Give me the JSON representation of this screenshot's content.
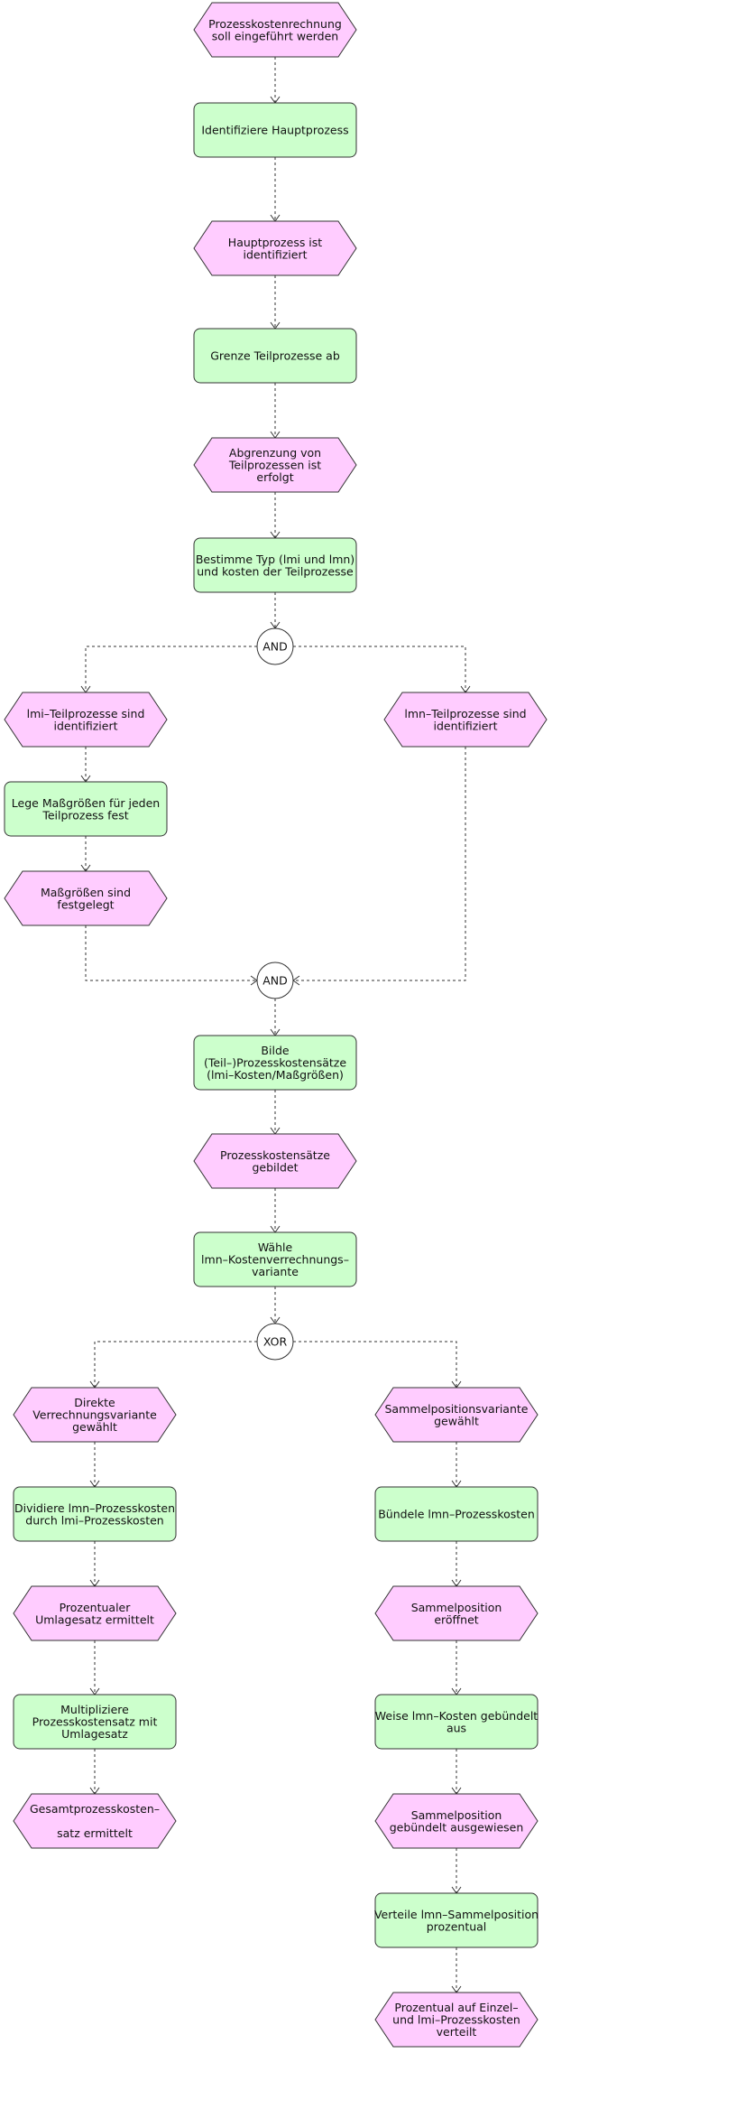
{
  "colors": {
    "event": "#ffccff",
    "function": "#ccffcc",
    "connector": "#ffffff",
    "stroke": "#333333"
  },
  "nodes": {
    "e1": {
      "kind": "event",
      "lines": [
        "Prozesskostenrechnung",
        "soll eingeführt werden"
      ]
    },
    "f1": {
      "kind": "function",
      "lines": [
        "Identifiziere Hauptprozess"
      ]
    },
    "e2": {
      "kind": "event",
      "lines": [
        "Hauptprozess ist",
        "identifiziert"
      ]
    },
    "f2": {
      "kind": "function",
      "lines": [
        "Grenze Teilprozesse ab"
      ]
    },
    "e3": {
      "kind": "event",
      "lines": [
        "Abgrenzung von",
        "Teilprozessen ist",
        "erfolgt"
      ]
    },
    "f3": {
      "kind": "function",
      "lines": [
        "Bestimme Typ (lmi und lmn)",
        "und kosten der Teilprozesse"
      ]
    },
    "g1": {
      "kind": "connector",
      "lines": [
        "AND"
      ]
    },
    "e4": {
      "kind": "event",
      "lines": [
        "lmi–Teilprozesse sind",
        "identifiziert"
      ]
    },
    "e5": {
      "kind": "event",
      "lines": [
        "lmn–Teilprozesse sind",
        "identifiziert"
      ]
    },
    "f4": {
      "kind": "function",
      "lines": [
        "Lege Maßgrößen für jeden",
        "Teilprozess fest"
      ]
    },
    "e6": {
      "kind": "event",
      "lines": [
        "Maßgrößen sind",
        "festgelegt"
      ]
    },
    "g2": {
      "kind": "connector",
      "lines": [
        "AND"
      ]
    },
    "f5": {
      "kind": "function",
      "lines": [
        "Bilde",
        "(Teil–)Prozesskostensätze",
        "(lmi–Kosten/Maßgrößen)"
      ]
    },
    "e7": {
      "kind": "event",
      "lines": [
        "Prozesskostensätze",
        "gebildet"
      ]
    },
    "f6": {
      "kind": "function",
      "lines": [
        "Wähle",
        "lmn–Kostenverrechnungs–",
        "variante"
      ]
    },
    "g3": {
      "kind": "connector",
      "lines": [
        "XOR"
      ]
    },
    "e8": {
      "kind": "event",
      "lines": [
        "Direkte",
        "Verrechnungsvariante",
        "gewählt"
      ]
    },
    "e9": {
      "kind": "event",
      "lines": [
        "Sammelpositionsvariante",
        "gewählt"
      ]
    },
    "f7": {
      "kind": "function",
      "lines": [
        "Dividiere lmn–Prozesskosten",
        "durch lmi–Prozesskosten"
      ]
    },
    "f8": {
      "kind": "function",
      "lines": [
        "Bündele lmn–Prozesskosten"
      ]
    },
    "e10": {
      "kind": "event",
      "lines": [
        "Prozentualer",
        "Umlagesatz ermittelt"
      ]
    },
    "e11": {
      "kind": "event",
      "lines": [
        "Sammelposition",
        "eröffnet"
      ]
    },
    "f9": {
      "kind": "function",
      "lines": [
        "Multipliziere",
        "Prozesskostensatz mit",
        "Umlagesatz"
      ]
    },
    "f10": {
      "kind": "function",
      "lines": [
        "Weise lmn–Kosten gebündelt",
        "aus"
      ]
    },
    "e12": {
      "kind": "event",
      "lines": [
        "Gesamtprozesskosten–",
        "",
        "satz ermittelt"
      ]
    },
    "e13": {
      "kind": "event",
      "lines": [
        "Sammelposition",
        "gebündelt ausgewiesen"
      ]
    },
    "f11": {
      "kind": "function",
      "lines": [
        "Verteile lmn–Sammelposition",
        "prozentual"
      ]
    },
    "e14": {
      "kind": "event",
      "lines": [
        "Prozentual auf Einzel–",
        "und lmi–Prozesskosten",
        "verteilt"
      ]
    }
  },
  "edges": [
    [
      "e1",
      "f1"
    ],
    [
      "f1",
      "e2"
    ],
    [
      "e2",
      "f2"
    ],
    [
      "f2",
      "e3"
    ],
    [
      "e3",
      "f3"
    ],
    [
      "f3",
      "g1"
    ],
    [
      "g1",
      "e4"
    ],
    [
      "g1",
      "e5"
    ],
    [
      "e4",
      "f4"
    ],
    [
      "f4",
      "e6"
    ],
    [
      "e6",
      "g2"
    ],
    [
      "e5",
      "g2"
    ],
    [
      "g2",
      "f5"
    ],
    [
      "f5",
      "e7"
    ],
    [
      "e7",
      "f6"
    ],
    [
      "f6",
      "g3"
    ],
    [
      "g3",
      "e8"
    ],
    [
      "g3",
      "e9"
    ],
    [
      "e8",
      "f7"
    ],
    [
      "f7",
      "e10"
    ],
    [
      "e10",
      "f9"
    ],
    [
      "f9",
      "e12"
    ],
    [
      "e9",
      "f8"
    ],
    [
      "f8",
      "e11"
    ],
    [
      "e11",
      "f10"
    ],
    [
      "f10",
      "e13"
    ],
    [
      "e13",
      "f11"
    ],
    [
      "f11",
      "e14"
    ]
  ]
}
